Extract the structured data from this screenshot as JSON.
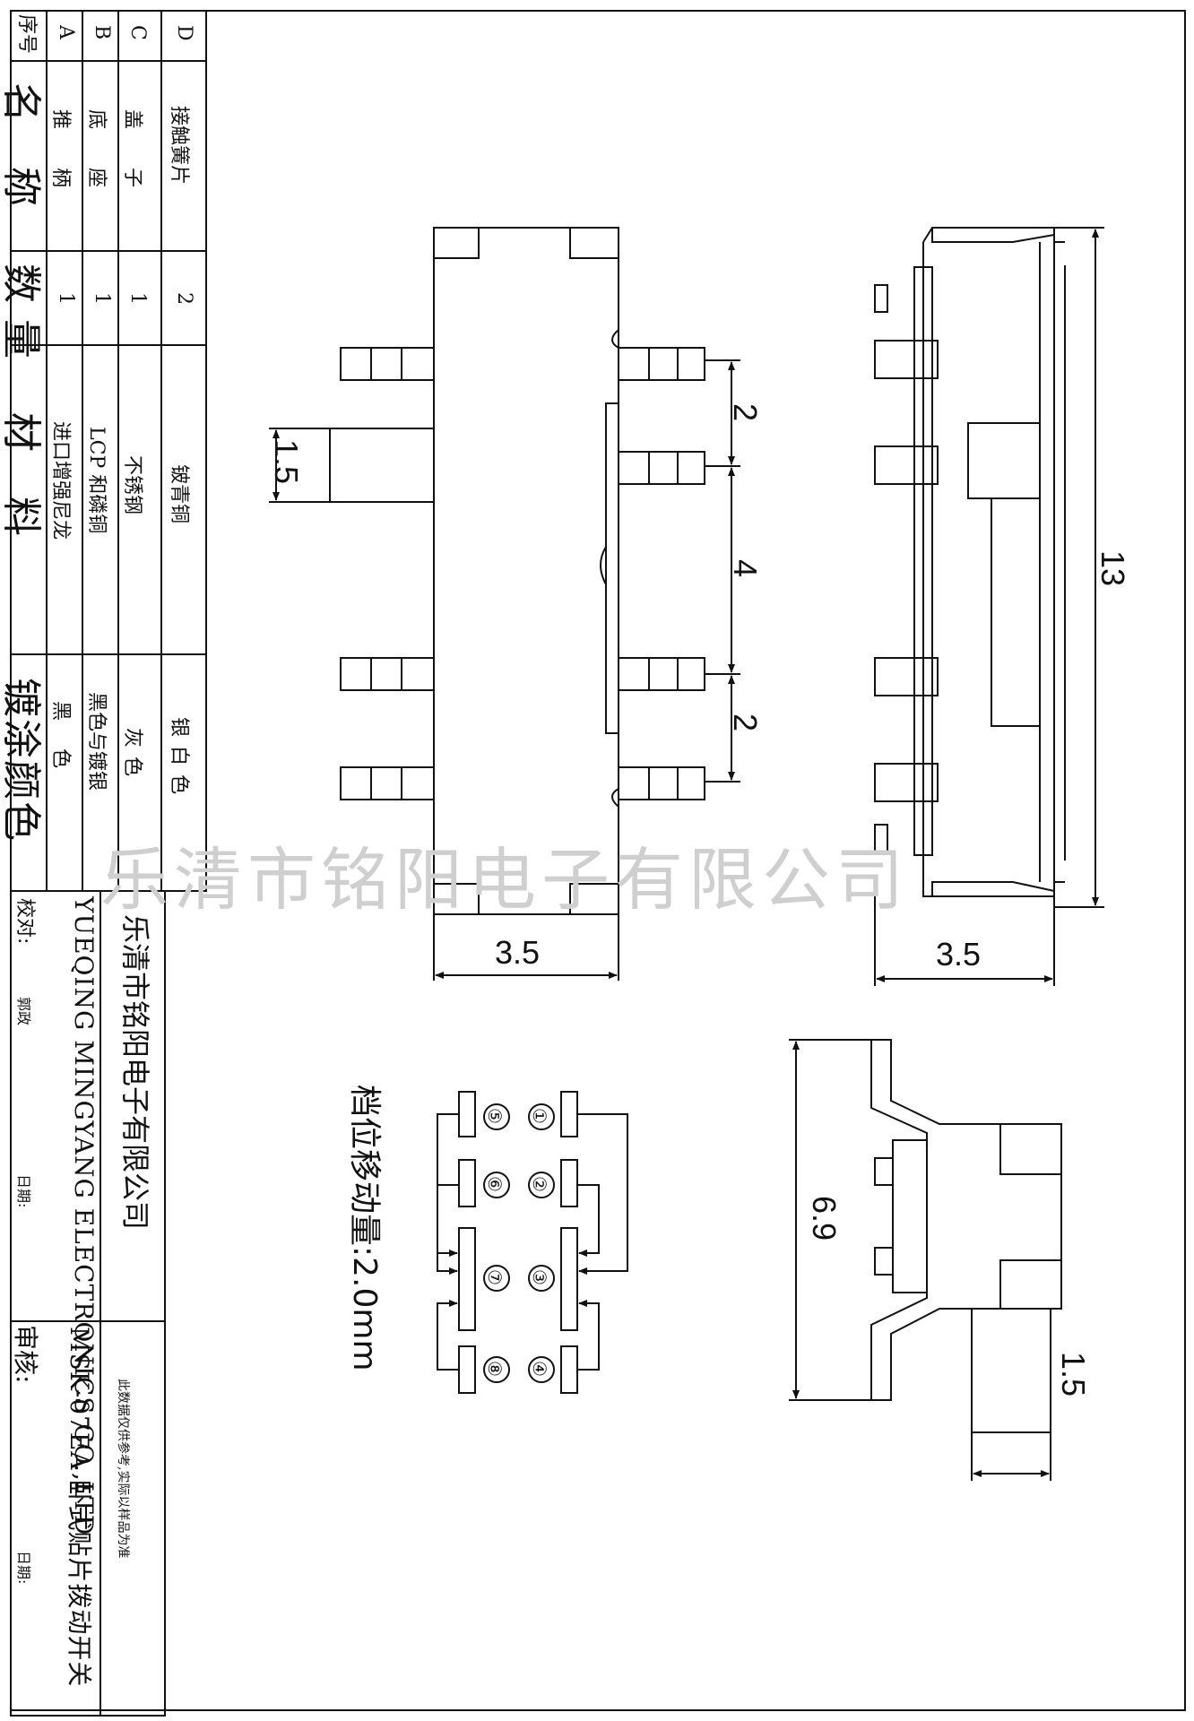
{
  "watermark": "乐清市铭阳电子有限公司",
  "parts_table": {
    "headers": {
      "index": "序号",
      "name": "名 称",
      "qty": "数量",
      "material": "材 料",
      "finish": "镀涂颜色"
    },
    "rows": [
      {
        "index": "D",
        "name": "接触簧片",
        "qty": "2",
        "material": "铍青铜",
        "finish": "银白色"
      },
      {
        "index": "C",
        "name": "盖 子",
        "qty": "1",
        "material": "不锈钢",
        "finish": "灰色"
      },
      {
        "index": "B",
        "name": "底 座",
        "qty": "1",
        "material": "LCP 和磷铜",
        "finish": "黑色与镀银"
      },
      {
        "index": "A",
        "name": "推 柄",
        "qty": "1",
        "material": "进口增强尼龙",
        "finish": "黑 色"
      }
    ]
  },
  "title_block": {
    "company_cn": "乐清市铭阳电子有限公司",
    "company_en": "YUEQING MINGYANG ELECTRONICS CO.,LTD",
    "checked_label": "校对:",
    "checker": "郭政",
    "date_label_1": "日期:",
    "review_label": "审核:",
    "date_label_2": "日期:",
    "model": "MSK-07EA 卧式贴片拨动开关",
    "note": "此数据仅供参考,实际以样品为准"
  },
  "dimensions": {
    "top_pitch_1": "2",
    "top_pitch_2": "4",
    "top_pitch_3": "2",
    "handle_length_top": "1.5",
    "body_width_top": "3.5",
    "side_length": "13",
    "side_width": "3.5",
    "end_height": "6.9",
    "handle_length_end": "1.5"
  },
  "schematic": {
    "title": "档位移动量:2.0mm",
    "pins": [
      "①",
      "②",
      "③",
      "④",
      "⑤",
      "⑥",
      "⑦",
      "⑧"
    ]
  }
}
